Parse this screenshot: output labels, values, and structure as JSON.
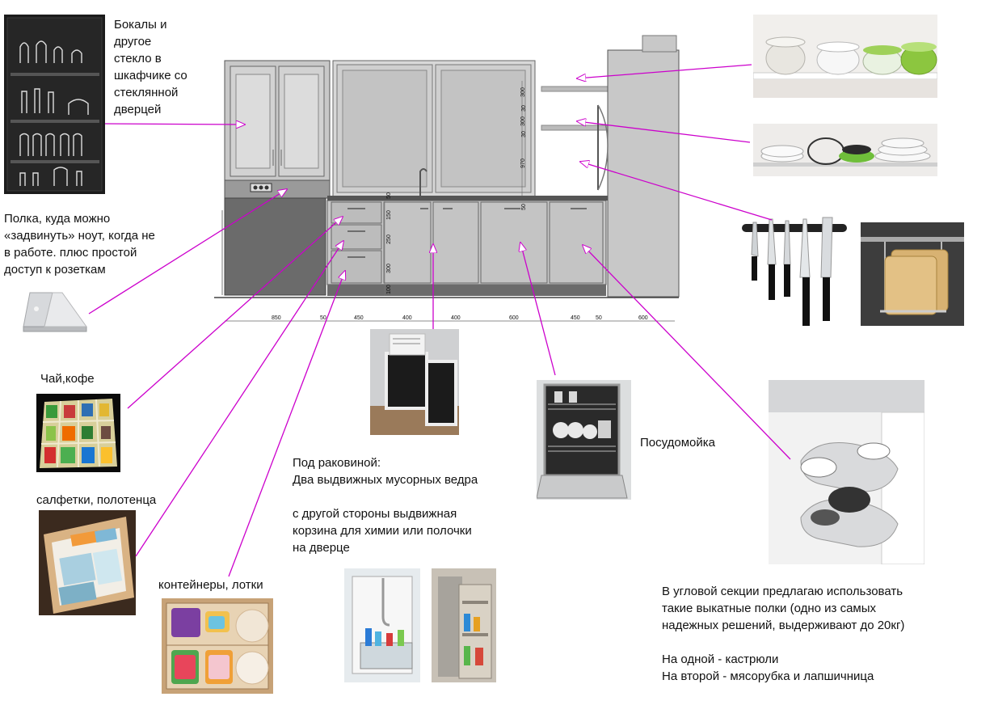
{
  "labels": {
    "glasses": "Бокалы и\nдругое\nстекло в\nшкафчике со\nстеклянной\nдверцей",
    "laptop_shelf": "Полка, куда можно\n«задвинуть» ноут, когда не\nв работе. плюс простой\nдоступ к розеткам",
    "tea": "Чай,кофе",
    "napkins": "салфетки, полотенца",
    "containers": "контейнеры, лотки",
    "sink": "Под раковиной:\nДва выдвижных мусорных ведра\n\nс другой стороны выдвижная\nкорзина для химии или полочки\nна дверце",
    "dishwasher": "Посудомойка",
    "corner": "В угловой секции предлагаю использовать\nтакие выкатные полки (одно из самых\nнадежных решений, выдерживают до 20кг)\n\nНа одной - кастрюли\nНа второй - мясорубка и лапшичница"
  },
  "dimensions": {
    "bottom": [
      "850",
      "50",
      "450",
      "400",
      "400",
      "600",
      "450",
      "50",
      "600"
    ],
    "drawers": [
      "150",
      "250",
      "300",
      "100"
    ],
    "sink_side": "50",
    "wall": [
      "300",
      "30",
      "300",
      "30",
      "970",
      "50"
    ]
  },
  "colors": {
    "arrow": "#cc00cc",
    "cabinet_fill": "#c8c8c8",
    "cabinet_dark": "#6b6b6b",
    "countertop": "#555555"
  }
}
